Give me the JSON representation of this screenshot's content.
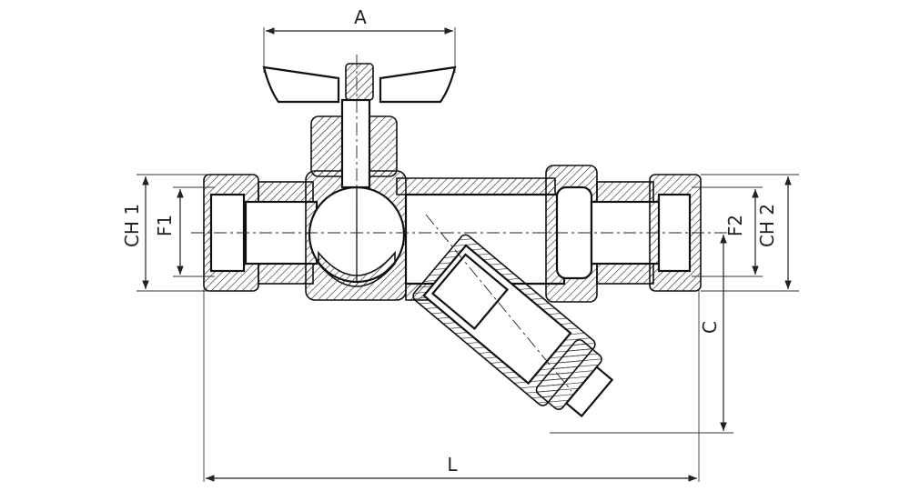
{
  "labels": {
    "a": "A",
    "l": "L",
    "c": "C",
    "ch1": "CH 1",
    "f1": "F1",
    "f2": "F2",
    "ch2": "CH 2"
  }
}
